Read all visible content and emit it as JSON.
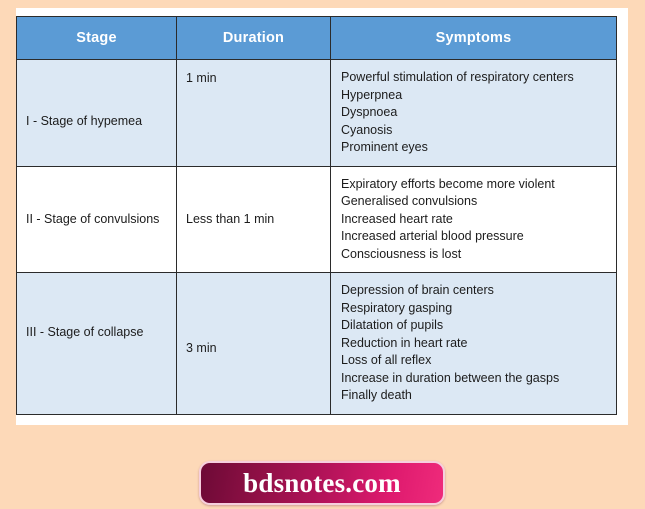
{
  "theme": {
    "page_background": "#fdd9b8",
    "panel_background": "#ffffff",
    "header_background": "#5b9bd5",
    "header_text": "#ffffff",
    "row_tint": "#dce8f4",
    "row_plain": "#ffffff",
    "border": "#2b2b2b",
    "badge_gradient_from": "#6d0a36",
    "badge_gradient_to": "#ef2b7b",
    "badge_border": "#f6cfdd"
  },
  "table": {
    "columns": [
      {
        "key": "stage",
        "label": "Stage"
      },
      {
        "key": "duration",
        "label": "Duration"
      },
      {
        "key": "symptoms",
        "label": "Symptoms"
      }
    ],
    "rows": [
      {
        "stage": "I - Stage of hypemea",
        "duration": "1 min",
        "symptoms": [
          "Powerful stimulation of respiratory centers",
          "Hyperpnea",
          "Dyspnoea",
          "Cyanosis",
          "Prominent eyes"
        ]
      },
      {
        "stage": "II - Stage of convulsions",
        "duration": "Less than 1 min",
        "symptoms": [
          "Expiratory efforts become more violent",
          "Generalised convulsions",
          "Increased heart rate",
          "Increased arterial blood pressure",
          "Consciousness is lost"
        ]
      },
      {
        "stage": "III - Stage of collapse",
        "duration": "3 min",
        "symptoms": [
          "Depression of brain centers",
          "Respiratory gasping",
          "Dilatation of pupils",
          "Reduction in heart rate",
          "Loss of all reflex",
          "Increase in duration between the gasps",
          "Finally death"
        ]
      }
    ]
  },
  "badge": {
    "label": "bdsnotes.com"
  }
}
